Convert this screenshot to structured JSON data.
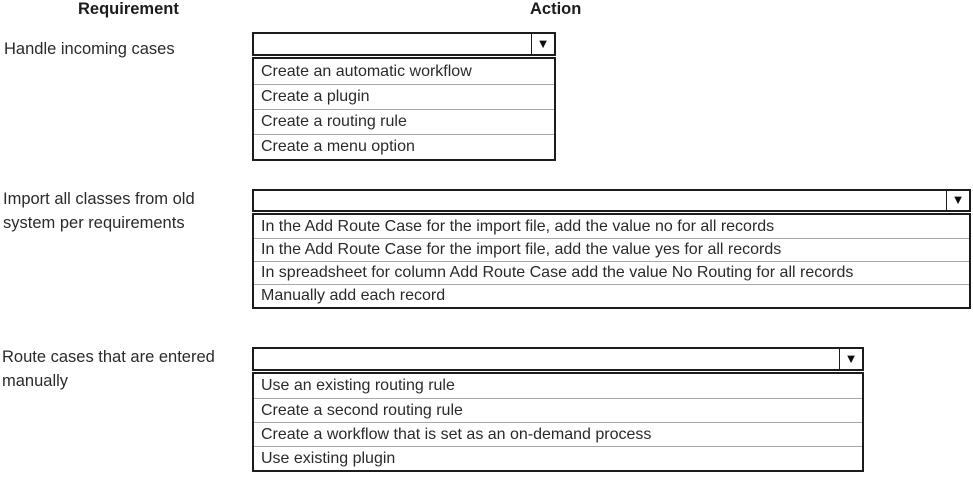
{
  "header": {
    "requirement": "Requirement",
    "action": "Action"
  },
  "icons": {
    "dropdown_arrow": "▼"
  },
  "colors": {
    "border": "#1c1c1c",
    "row_separator": "#a8a8a8",
    "text": "#2a2a2a",
    "background": "#ffffff"
  },
  "rows": [
    {
      "requirement": "Handle incoming cases",
      "selected_value": "",
      "options": [
        "Create an automatic workflow",
        "Create a plugin",
        "Create a routing rule",
        "Create a menu option"
      ]
    },
    {
      "requirement": "Import all classes from old system per requirements",
      "selected_value": "",
      "options": [
        "In the Add Route Case for the import file, add the value no for all records",
        "In the Add Route Case for the import file, add the value yes for all records",
        "In spreadsheet for column Add Route Case add the value No Routing for all records",
        "Manually add each record"
      ]
    },
    {
      "requirement": "Route cases that are entered manually",
      "selected_value": "",
      "options": [
        "Use an existing routing rule",
        "Create a second routing rule",
        "Create a workflow that is set as an on-demand process",
        "Use existing plugin"
      ]
    }
  ]
}
